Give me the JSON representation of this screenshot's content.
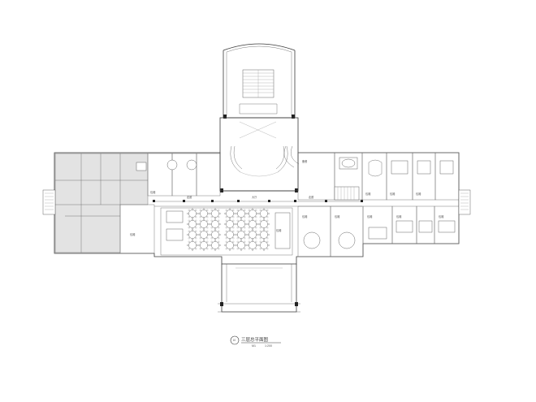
{
  "drawing": {
    "title": "三层总平面图",
    "scale_prefix": "M1",
    "scale_value": "1:200",
    "marker_number": "10"
  },
  "room_labels": [
    {
      "id": "r1",
      "text": "包厢"
    },
    {
      "id": "r2",
      "text": "包厢"
    },
    {
      "id": "r3",
      "text": "走廊"
    },
    {
      "id": "r4",
      "text": "大厅"
    },
    {
      "id": "r5",
      "text": "走廊"
    },
    {
      "id": "r6",
      "text": "包厢"
    },
    {
      "id": "r7",
      "text": "备餐"
    },
    {
      "id": "r8",
      "text": "包厢"
    },
    {
      "id": "r9",
      "text": "包厢"
    },
    {
      "id": "r10",
      "text": "包厢"
    },
    {
      "id": "r11",
      "text": "包厢"
    },
    {
      "id": "r12",
      "text": "包厢"
    },
    {
      "id": "r13",
      "text": "包厢"
    },
    {
      "id": "r14",
      "text": "包厢"
    },
    {
      "id": "r15",
      "text": "包厢"
    }
  ],
  "colors": {
    "line": "#3a3a3a",
    "hatch": "#e3e3e3",
    "background": "#ffffff"
  }
}
